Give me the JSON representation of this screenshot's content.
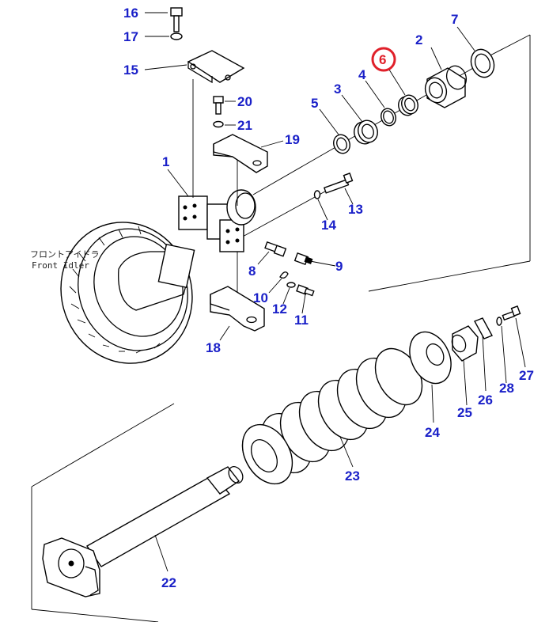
{
  "colors": {
    "label": "#1a20c8",
    "highlight_ring": "#e0202a",
    "line": "#000000"
  },
  "caption": {
    "japanese": "フロントアイドラ",
    "english": "Front Idler"
  },
  "highlighted_part": "6",
  "callouts": [
    {
      "id": "1",
      "text": "1"
    },
    {
      "id": "2",
      "text": "2"
    },
    {
      "id": "3",
      "text": "3"
    },
    {
      "id": "4",
      "text": "4"
    },
    {
      "id": "5",
      "text": "5"
    },
    {
      "id": "6",
      "text": "6"
    },
    {
      "id": "7",
      "text": "7"
    },
    {
      "id": "8",
      "text": "8"
    },
    {
      "id": "9",
      "text": "9"
    },
    {
      "id": "10",
      "text": "10"
    },
    {
      "id": "11",
      "text": "11"
    },
    {
      "id": "12",
      "text": "12"
    },
    {
      "id": "13",
      "text": "13"
    },
    {
      "id": "14",
      "text": "14"
    },
    {
      "id": "15",
      "text": "15"
    },
    {
      "id": "16",
      "text": "16"
    },
    {
      "id": "17",
      "text": "17"
    },
    {
      "id": "18",
      "text": "18"
    },
    {
      "id": "19",
      "text": "19"
    },
    {
      "id": "20",
      "text": "20"
    },
    {
      "id": "21",
      "text": "21"
    },
    {
      "id": "22",
      "text": "22"
    },
    {
      "id": "23",
      "text": "23"
    },
    {
      "id": "24",
      "text": "24"
    },
    {
      "id": "25",
      "text": "25"
    },
    {
      "id": "26",
      "text": "26"
    },
    {
      "id": "27",
      "text": "27"
    },
    {
      "id": "28",
      "text": "28"
    }
  ]
}
